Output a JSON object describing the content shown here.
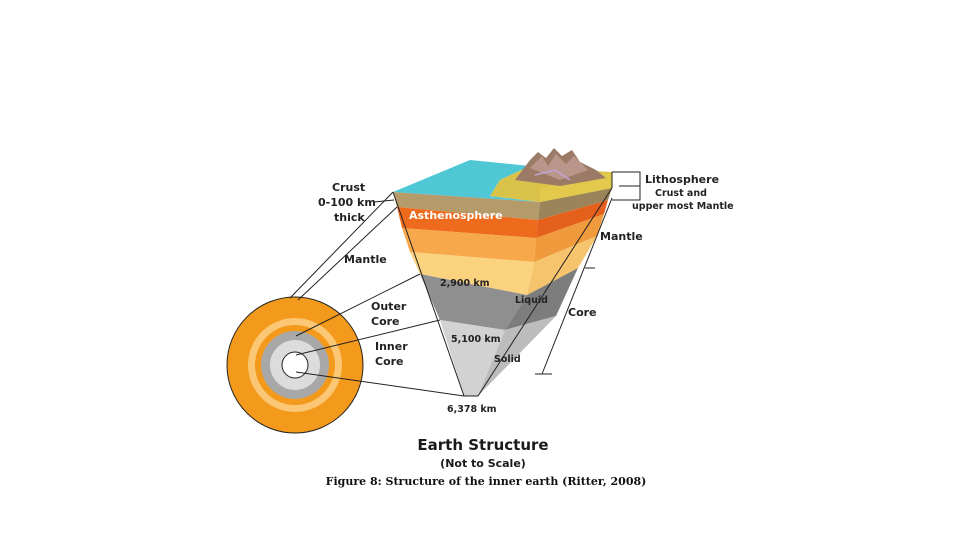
{
  "diagram": {
    "labels": {
      "crust_line1": "Crust",
      "crust_line2": "0-100 km",
      "crust_line3": "thick",
      "mantle_left": "Mantle",
      "outer_core_line1": "Outer",
      "outer_core_line2": "Core",
      "inner_core_line1": "Inner",
      "inner_core_line2": "Core",
      "asthenosphere": "Asthenosphere",
      "depth_2900": "2,900 km",
      "depth_5100": "5,100 km",
      "depth_6378": "6,378 km",
      "liquid": "Liquid",
      "solid": "Solid",
      "lithosphere": "Lithosphere",
      "lithosphere_sub1": "Crust and",
      "lithosphere_sub2": "upper most Mantle",
      "mantle_right": "Mantle",
      "core_right": "Core"
    },
    "title": "Earth Structure",
    "subtitle": "(Not to Scale)",
    "caption": "Figure 8: Structure of the inner earth (Ritter, 2008)",
    "colors": {
      "ocean": "#4fc7d4",
      "crust_land": "#d9c24a",
      "crust_brown": "#b59a6a",
      "lithosphere_orange": "#f29b2c",
      "asthenosphere": "#ee6a1c",
      "mantle_upper": "#f7a84a",
      "mantle_lower": "#fbd27e",
      "outer_core": "#8f8f8f",
      "inner_core": "#cfcfcf",
      "mountains": "#9b7b66"
    }
  }
}
